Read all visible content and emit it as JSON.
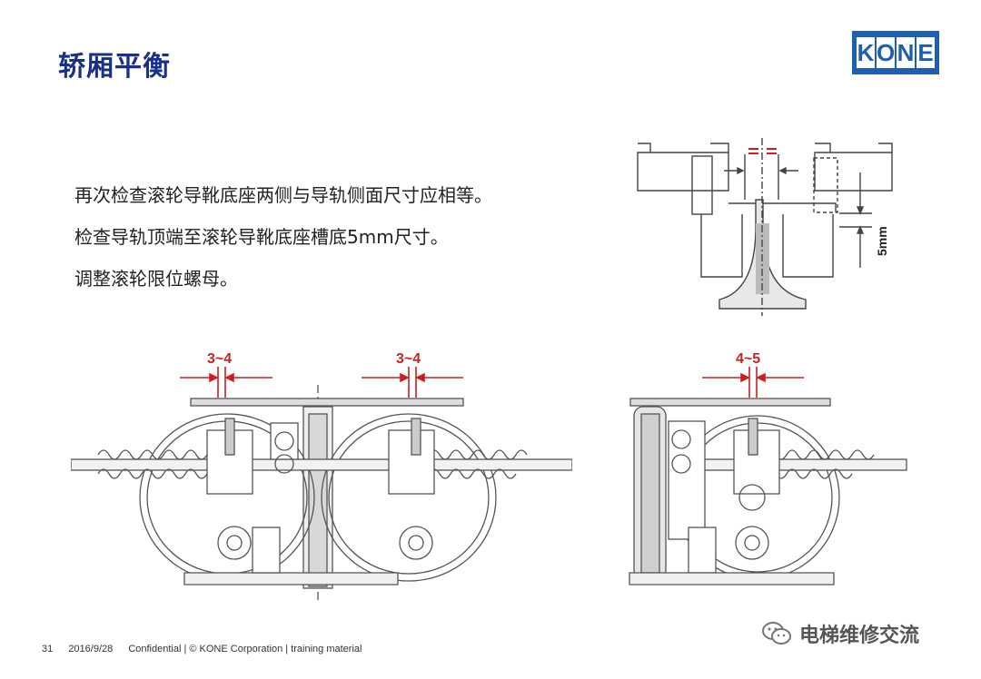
{
  "header": {
    "title": "轿厢平衡",
    "logo_text": [
      "K",
      "O",
      "N",
      "E"
    ]
  },
  "body": {
    "lines": [
      "再次检查滚轮导靴底座两侧与导轨侧面尺寸应相等。",
      "检查导轨顶端至滚轮导靴底座槽底5mm尺寸。",
      "调整滚轮限位螺母。"
    ]
  },
  "diagrams": {
    "top_right_label": "5mm",
    "left_label_a": "3~4",
    "left_label_b": "3~4",
    "right_label": "4~5"
  },
  "footer": {
    "page": "31",
    "date": "2016/9/28",
    "confidential": "Confidential  |  © KONE Corporation  |  training material"
  },
  "watermark": {
    "text": "电梯维修交流"
  },
  "colors": {
    "title": "#1a2f8a",
    "logo": "#1f5fb0",
    "dimension_red": "#cc1f1f"
  }
}
